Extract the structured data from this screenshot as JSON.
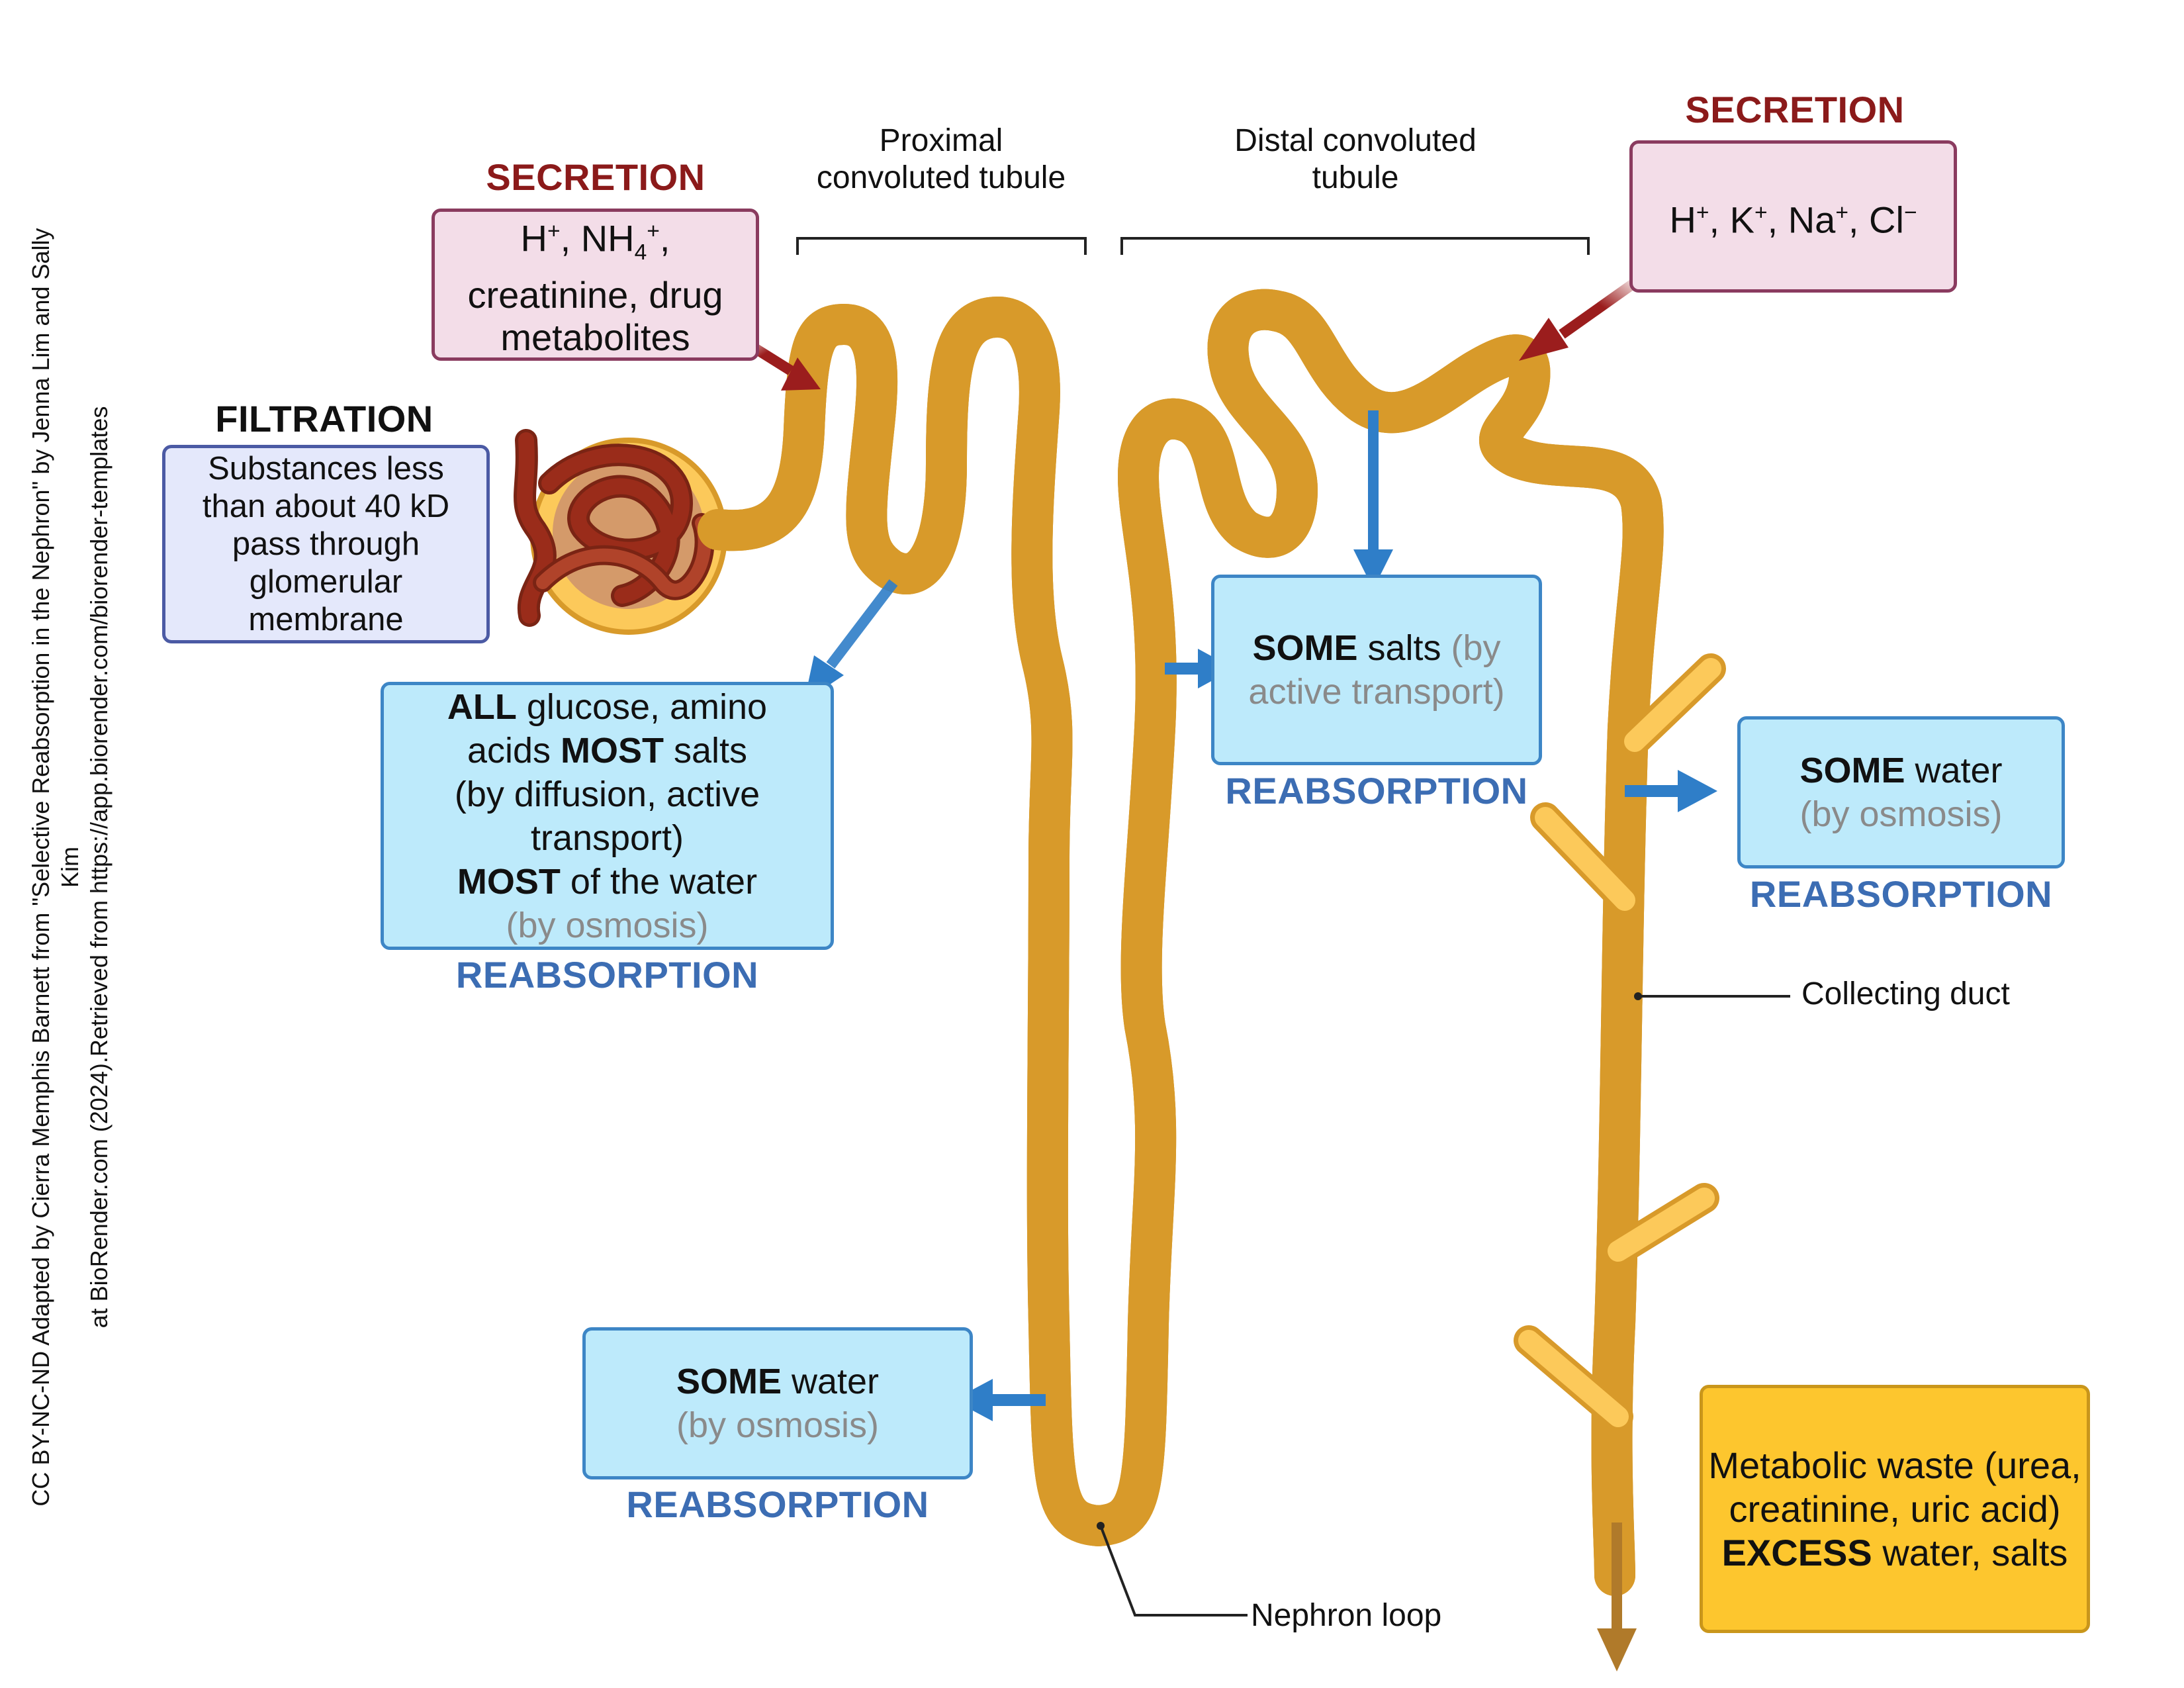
{
  "credit": {
    "line1": "CC BY-NC-ND Adapted by Cierra Memphis Barnett from \"Selective Reabsorption in the Nephron\" by Jenna Lim and Sally Kim",
    "line2": "at BioRender.com (2024).Retrieved from https://app.biorender.com/biorender-templates"
  },
  "structures": {
    "pct": "Proximal convoluted tubule",
    "dct": "Distal convoluted tubule",
    "collecting_duct": "Collecting duct",
    "nephron_loop": "Nephron loop"
  },
  "secretion_left": {
    "heading": "SECRETION",
    "ion1": "H",
    "ion1_sup": "+",
    "ion2": "NH",
    "ion2_sub": "4",
    "ion2_sup": "+",
    "line2": "creatinine, drug",
    "line3": "metabolites"
  },
  "secretion_right": {
    "heading": "SECRETION",
    "h": "H",
    "h_sup": "+",
    "k": "K",
    "k_sup": "+",
    "na": "Na",
    "na_sup": "+",
    "cl": "Cl",
    "cl_sup": "−"
  },
  "filtration": {
    "heading": "FILTRATION",
    "lines": [
      "Substances less",
      "than about 40 kD",
      "pass through",
      "glomerular",
      "membrane"
    ]
  },
  "reabs_pct": {
    "l1_bold": "ALL",
    "l1": " glucose, amino",
    "l2a": "acids ",
    "l2_bold": "MOST",
    "l2b": " salts",
    "l3": "(by diffusion, active",
    "l4": "transport)",
    "l5_bold": "MOST",
    "l5": " of the water",
    "l6": "(by osmosis)",
    "label": "REABSORPTION"
  },
  "reabs_dct": {
    "l1_bold": "SOME",
    "l1": " salts ",
    "l1_gray": "(by",
    "l2": "active transport)",
    "label": "REABSORPTION"
  },
  "reabs_cd": {
    "l1_bold": "SOME",
    "l1": " water",
    "l2": "(by osmosis)",
    "label": "REABSORPTION"
  },
  "reabs_loop": {
    "l1_bold": "SOME",
    "l1": " water",
    "l2": "(by osmosis)",
    "label": "REABSORPTION"
  },
  "excretion": {
    "l1": "Metabolic waste (urea,",
    "l2": "creatinine, uric acid)",
    "l3_bold": "EXCESS",
    "l3": " water, salts"
  },
  "colors": {
    "tubule_fill": "#fcc95a",
    "tubule_stroke": "#d89a2a",
    "secretion_arrow": "#9b1d1d",
    "reabsorption_arrow": "#2f7ec8",
    "excretion_arrow": "#b07a2a",
    "capillary": "#9a2c1a"
  }
}
